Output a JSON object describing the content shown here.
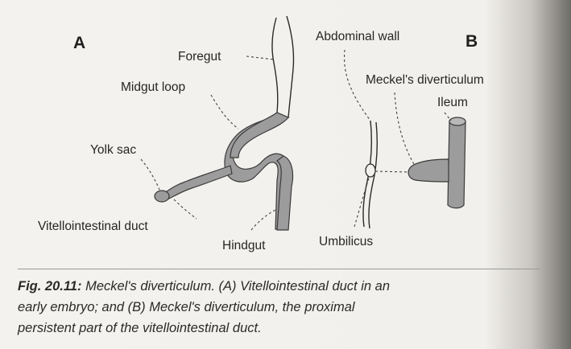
{
  "panels": {
    "a": "A",
    "b": "B"
  },
  "labels": {
    "foregut": "Foregut",
    "midgut_loop": "Midgut loop",
    "yolk_sac": "Yolk sac",
    "vitellointestinal_duct": "Vitellointestinal duct",
    "hindgut": "Hindgut",
    "abdominal_wall": "Abdominal wall",
    "meckels_diverticulum": "Meckel's diverticulum",
    "ileum": "Ileum",
    "umbilicus": "Umbilicus"
  },
  "caption": {
    "figure_number": "Fig. 20.11:",
    "line1": " Meckel's diverticulum. (A) Vitellointestinal duct in an",
    "line2": "early embryo; and (B) Meckel's diverticulum, the proximal",
    "line3": "persistent part of the vitellointestinal duct."
  }
}
